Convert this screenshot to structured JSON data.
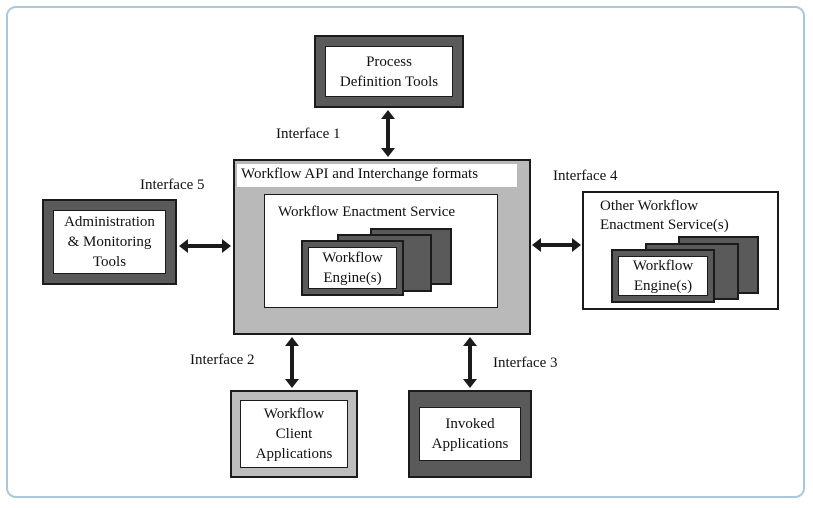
{
  "nodes": {
    "process_definition_tools": "Process\nDefinition Tools",
    "workflow_api": "Workflow API and Interchange formats",
    "workflow_enactment_service": "Workflow Enactment Service",
    "workflow_engine_main": "Workflow\nEngine(s)",
    "administration_tools": "Administration\n& Monitoring\nTools",
    "other_workflow_service": "Other Workflow\nEnactment Service(s)",
    "workflow_engine_other": "Workflow\nEngine(s)",
    "workflow_client_applications": "Workflow\nClient\nApplications",
    "invoked_applications": "Invoked\nApplications"
  },
  "interfaces": {
    "interface_1": "Interface 1",
    "interface_2": "Interface 2",
    "interface_3": "Interface 3",
    "interface_4": "Interface 4",
    "interface_5": "Interface 5"
  },
  "colors": {
    "frame_border": "#a9c8dc",
    "dark_fill": "#5a5a5a",
    "grey_fill": "#b9b9b9",
    "stroke": "#1b1b1b"
  }
}
